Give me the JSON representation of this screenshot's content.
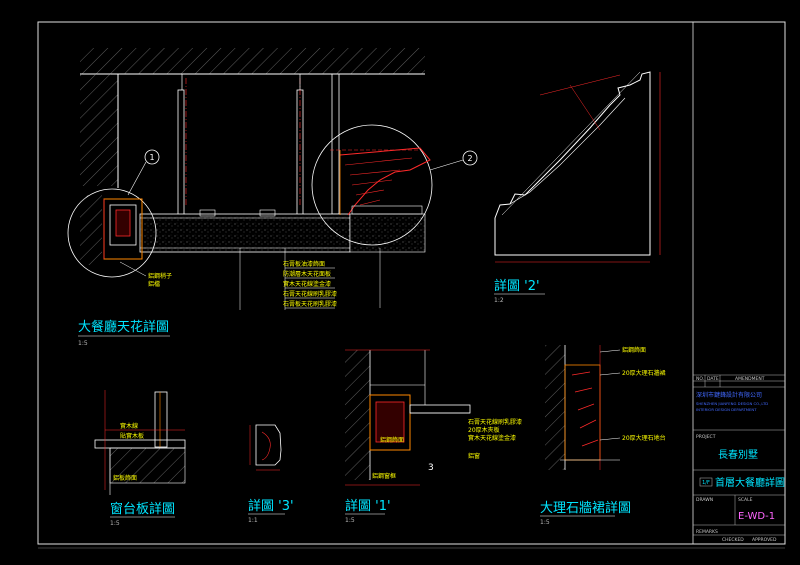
{
  "colors": {
    "background": "#000000",
    "frame": "#e0e0e0",
    "structure": "#ffffff",
    "dimension": "#ff2a2a",
    "annotation_text": "#ffff00",
    "title_text": "#00e5ff",
    "drawing_code": "#ff66ff",
    "company": "#4169ff"
  },
  "views": {
    "ceiling_main": {
      "title": "大餐廳天花詳圖",
      "scale": "1:5"
    },
    "detail_2": {
      "title": "詳圖 '2'",
      "scale": "1:2"
    },
    "window_sill": {
      "title": "窗台板詳圖",
      "scale": "1:5"
    },
    "detail_3": {
      "title": "詳圖 '3'",
      "scale": "1:1"
    },
    "detail_1": {
      "title": "詳圖 '1'",
      "scale": "1:5"
    },
    "skirting": {
      "title": "大理石牆裙詳圖",
      "scale": "1:5"
    }
  },
  "callouts": {
    "c1": "1",
    "c2": "2",
    "c3": "3"
  },
  "notes": {
    "ceiling_side": [
      "鋁鋼稍子",
      "鋁檔"
    ],
    "ceiling_leaders": [
      "石膏板油漆飾面",
      "防潮層木天花面板",
      "實木天花線塗金漆",
      "石膏天花線刷乳膠漆",
      "石膏板天花刷乳膠漆"
    ],
    "window": [
      "實木線",
      "貼實木板",
      "鋁板飾面"
    ],
    "detail_1": [
      "石膏天花線刷乳膠漆",
      "20厚木夾板",
      "實木天花線塗金漆",
      "鋁窗",
      "鋁鋼飾面",
      "鋁鋼窗框"
    ],
    "skirting": [
      "鋁鋼飾面",
      "20厚大理石牆裙",
      "20厚大理石地台"
    ]
  },
  "title_block": {
    "header_cols": [
      "NO.",
      "DATE",
      "AMENDMENT"
    ],
    "company_lines": [
      "深圳市鍵鋒設計有限公司",
      "SHENZHEN JIANFENG DESIGN CO.,LTD",
      "INTERIOR DESIGN DEPARTMENT"
    ],
    "project_label": "PROJECT",
    "project_name": "長春別墅",
    "drawing_tag": "1/F",
    "drawing_title": "首層大餐廳詳圖",
    "drawing_code": "E-WD-1",
    "drawn_label": "DRAWN",
    "scale_label": "SCALE",
    "remark_label": "REMARKS",
    "checked_label": "CHECKED",
    "approved_label": "APPROVED"
  }
}
